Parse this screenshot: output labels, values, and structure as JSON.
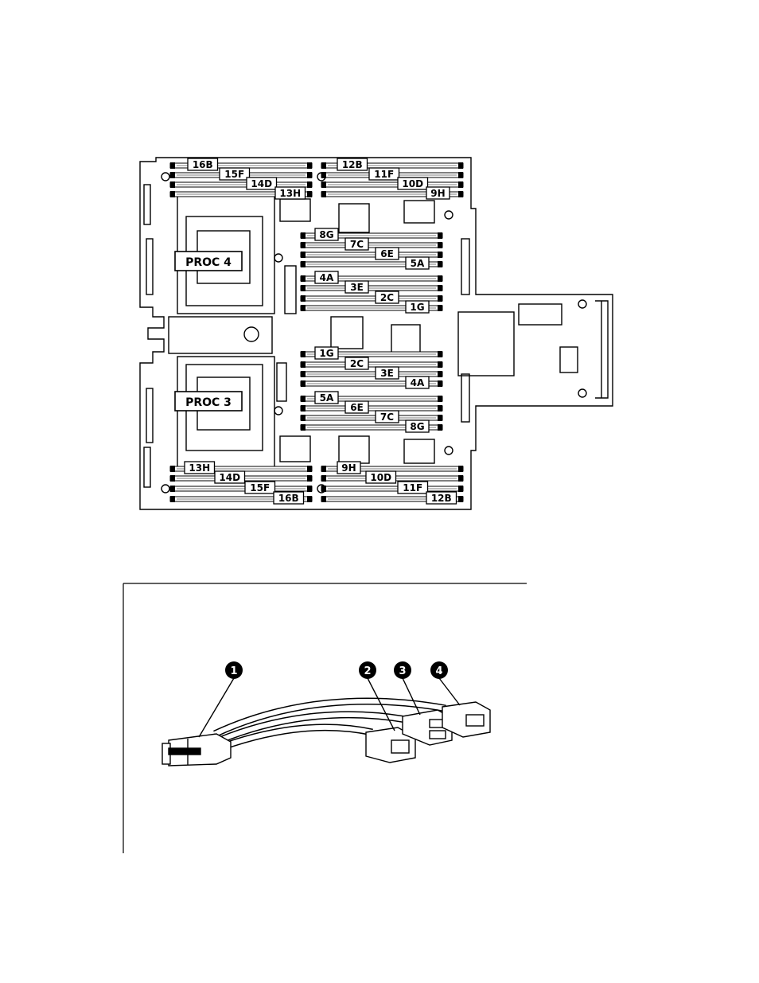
{
  "board": {
    "processors": [
      "PROC 4",
      "PROC 3"
    ],
    "upper_left_dimms": [
      "16B",
      "15F",
      "14D",
      "13H"
    ],
    "upper_right_dimms": [
      "12B",
      "11F",
      "10D",
      "9H"
    ],
    "center_upper_dimms": [
      "8G",
      "7C",
      "6E",
      "5A",
      "4A",
      "3E",
      "2C",
      "1G"
    ],
    "center_lower_dimms": [
      "1G",
      "2C",
      "3E",
      "4A",
      "5A",
      "6E",
      "7C",
      "8G"
    ],
    "lower_left_dimms": [
      "13H",
      "14D",
      "15F",
      "16B"
    ],
    "lower_right_dimms": [
      "9H",
      "10D",
      "11F",
      "12B"
    ]
  },
  "cable": {
    "callouts": [
      "1",
      "2",
      "3",
      "4"
    ]
  }
}
